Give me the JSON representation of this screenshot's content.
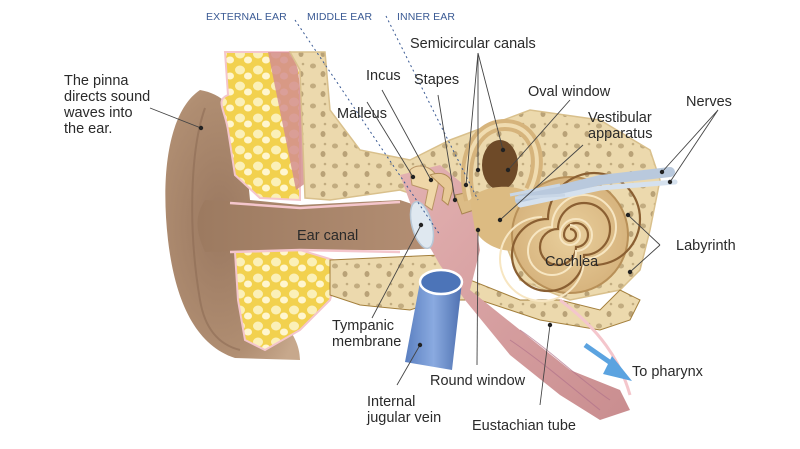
{
  "title": "Anatomy of the human ear",
  "regions": {
    "external": "EXTERNAL EAR",
    "middle": "MIDDLE EAR",
    "inner": "INNER EAR"
  },
  "labels": {
    "pinna": "The pinna\ndirects sound\nwaves into\nthe ear.",
    "semicircular_canals": "Semicircular canals",
    "incus": "Incus",
    "stapes": "Stapes",
    "malleus": "Malleus",
    "oval_window": "Oval window",
    "vestibular_apparatus": "Vestibular\napparatus",
    "nerves": "Nerves",
    "ear_canal": "Ear canal",
    "labyrinth": "Labyrinth",
    "cochlea": "Cochlea",
    "tympanic_membrane": "Tympanic\nmembrane",
    "round_window": "Round window",
    "internal_jugular_vein": "Internal\njugular vein",
    "eustachian_tube": "Eustachian tube",
    "to_pharynx": "To pharynx"
  },
  "colors": {
    "skin": "#a8856a",
    "skin_dark": "#8a6a52",
    "fat": "#f5dc6a",
    "bone": "#ecd9ad",
    "bone_spot": "#c9b48a",
    "mucosa": "#d9a3a3",
    "pink_line": "#f4c6cc",
    "vein": "#6a8fcf",
    "nerve": "#b9c9dd",
    "arrow": "#5ba3e0",
    "region_text": "#3a5a94",
    "leader": "#444444"
  }
}
